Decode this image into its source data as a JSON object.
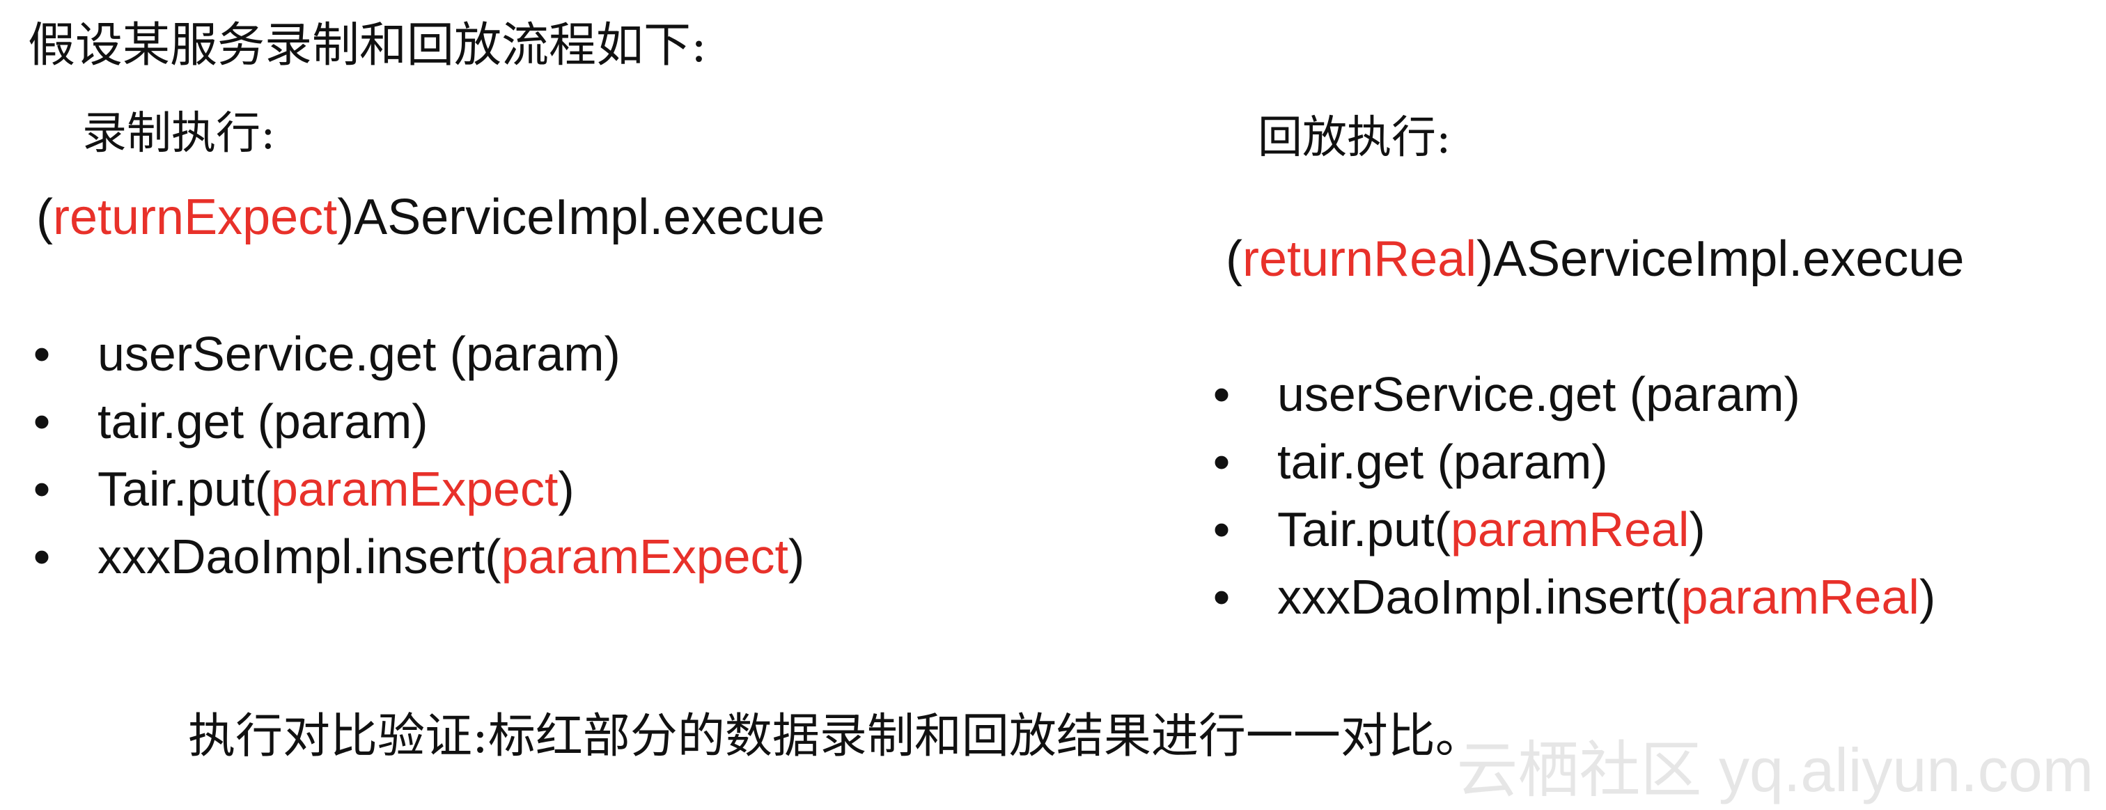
{
  "intro": "假设某服务录制和回放流程如下:",
  "record": {
    "heading": "录制执行:",
    "call": {
      "open": "(",
      "highlight": "returnExpect",
      "close": ")",
      "rest": "AServiceImpl.execue"
    },
    "bullets": [
      {
        "dot": "•",
        "text": "userService.get (param)"
      },
      {
        "dot": "•",
        "text": "tair.get (param)"
      },
      {
        "dot": "•",
        "prefix": "Tair.put(",
        "highlight": "paramExpect",
        "suffix": ")"
      },
      {
        "dot": "•",
        "prefix": "xxxDaoImpl.insert(",
        "highlight": "paramExpect",
        "suffix": ")"
      }
    ]
  },
  "replay": {
    "heading": "回放执行:",
    "call": {
      "open": "(",
      "highlight": "returnReal",
      "close": ")",
      "rest": "AServiceImpl.execue"
    },
    "bullets": [
      {
        "dot": "•",
        "text": "userService.get (param)"
      },
      {
        "dot": "•",
        "text": "tair.get (param)"
      },
      {
        "dot": "•",
        "prefix": "Tair.put(",
        "highlight": "paramReal",
        "suffix": ")"
      },
      {
        "dot": "•",
        "prefix": "xxxDaoImpl.insert(",
        "highlight": "paramReal",
        "suffix": ")"
      }
    ]
  },
  "conclusion": "执行对比验证:标红部分的数据录制和回放结果进行一一对比。",
  "watermark": "云栖社区 yq.aliyun.com",
  "colors": {
    "highlight": "#e8312a",
    "text": "#111111"
  }
}
